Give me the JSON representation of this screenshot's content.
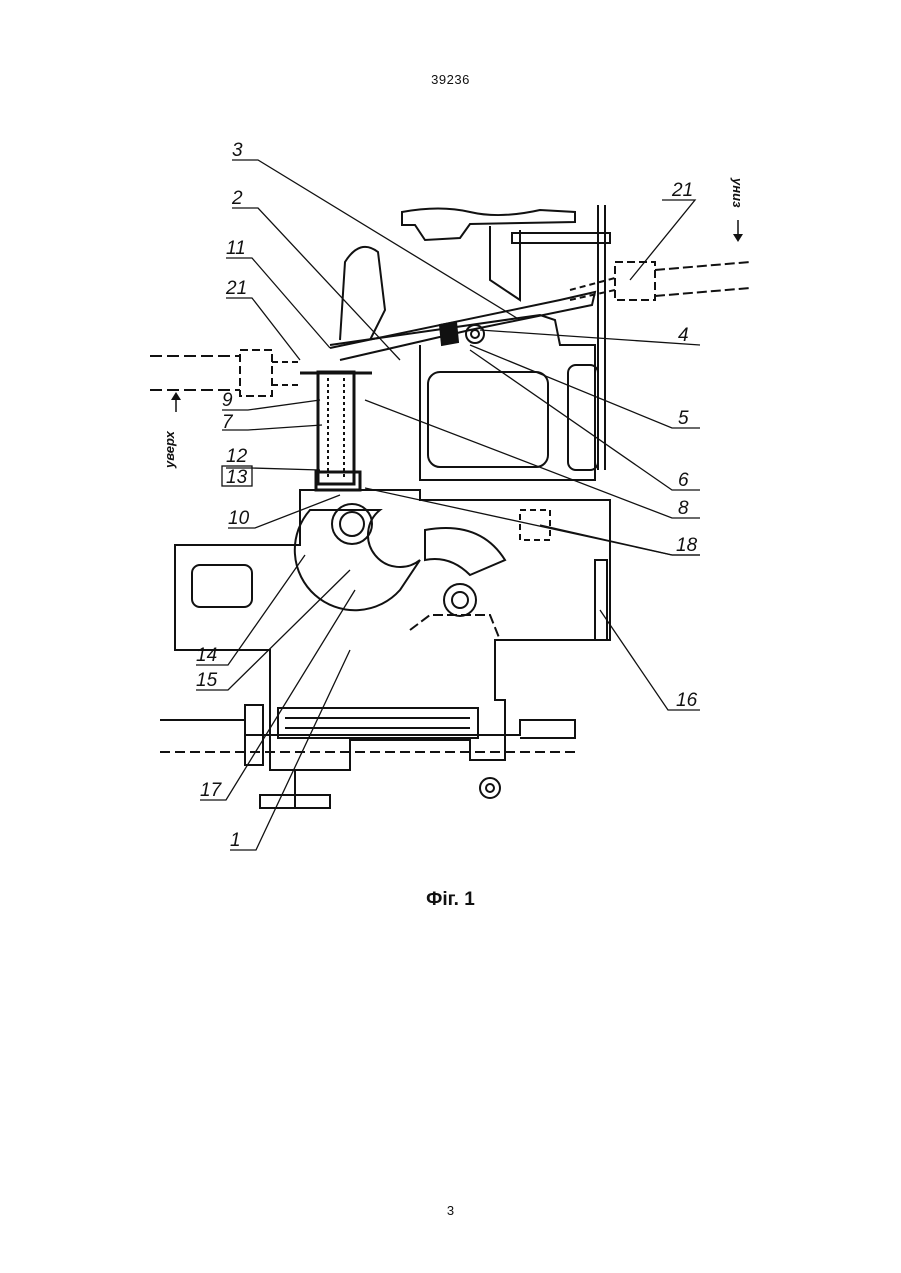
{
  "header": {
    "document_number": "39236"
  },
  "figure": {
    "caption": "Фіг. 1",
    "callouts": [
      {
        "id": "c3",
        "text": "3"
      },
      {
        "id": "c2",
        "text": "2"
      },
      {
        "id": "c11",
        "text": "11"
      },
      {
        "id": "c21a",
        "text": "21"
      },
      {
        "id": "c9",
        "text": "9"
      },
      {
        "id": "c7",
        "text": "7"
      },
      {
        "id": "c12",
        "text": "12"
      },
      {
        "id": "c13",
        "text": "13"
      },
      {
        "id": "c10",
        "text": "10"
      },
      {
        "id": "c14",
        "text": "14"
      },
      {
        "id": "c15",
        "text": "15"
      },
      {
        "id": "c17",
        "text": "17"
      },
      {
        "id": "c1",
        "text": "1"
      },
      {
        "id": "c21b",
        "text": "21"
      },
      {
        "id": "c4",
        "text": "4"
      },
      {
        "id": "c5",
        "text": "5"
      },
      {
        "id": "c6",
        "text": "6"
      },
      {
        "id": "c8",
        "text": "8"
      },
      {
        "id": "c18",
        "text": "18"
      },
      {
        "id": "c16",
        "text": "16"
      }
    ],
    "direction_up": "уверх",
    "direction_down": "униз"
  },
  "footer": {
    "page_number": "3"
  }
}
